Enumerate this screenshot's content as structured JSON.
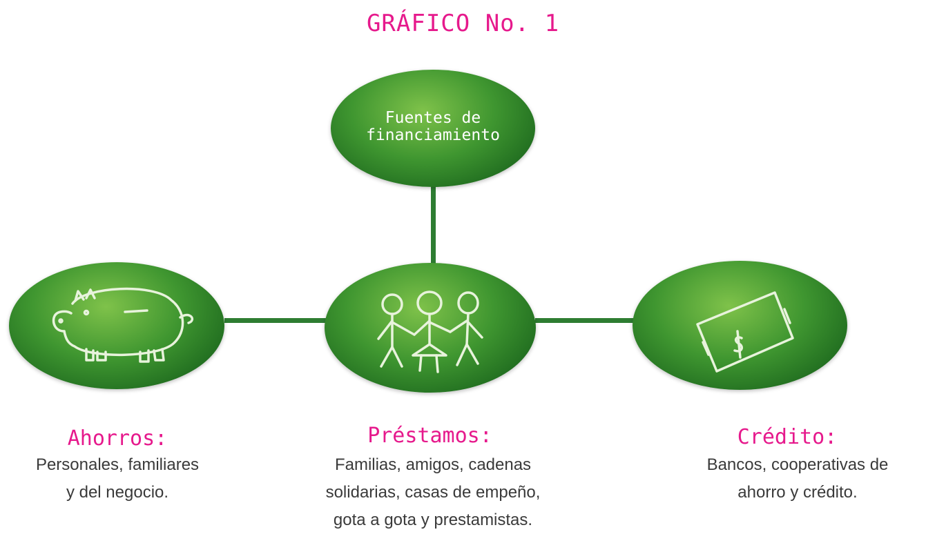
{
  "title": "GRÁFICO No. 1",
  "root": {
    "label_lines": [
      "Fuentes de",
      "financiamiento"
    ]
  },
  "nodes": [
    {
      "heading": "Ahorros:",
      "icon": "piggy-bank-icon",
      "desc_lines": [
        "Personales, familiares",
        "y del negocio."
      ]
    },
    {
      "heading": "Préstamos:",
      "icon": "people-holding-hands-icon",
      "desc_lines": [
        "Familias, amigos, cadenas",
        "solidarias, casas de empeño,",
        "gota a gota y prestamistas."
      ]
    },
    {
      "heading": "Crédito:",
      "icon": "banknote-icon",
      "desc_lines": [
        "Bancos, cooperativas de",
        "ahorro y crédito."
      ]
    }
  ],
  "colors": {
    "accent": "#e6198c",
    "node_green": "#3f9630",
    "connector": "#2e7d32"
  }
}
